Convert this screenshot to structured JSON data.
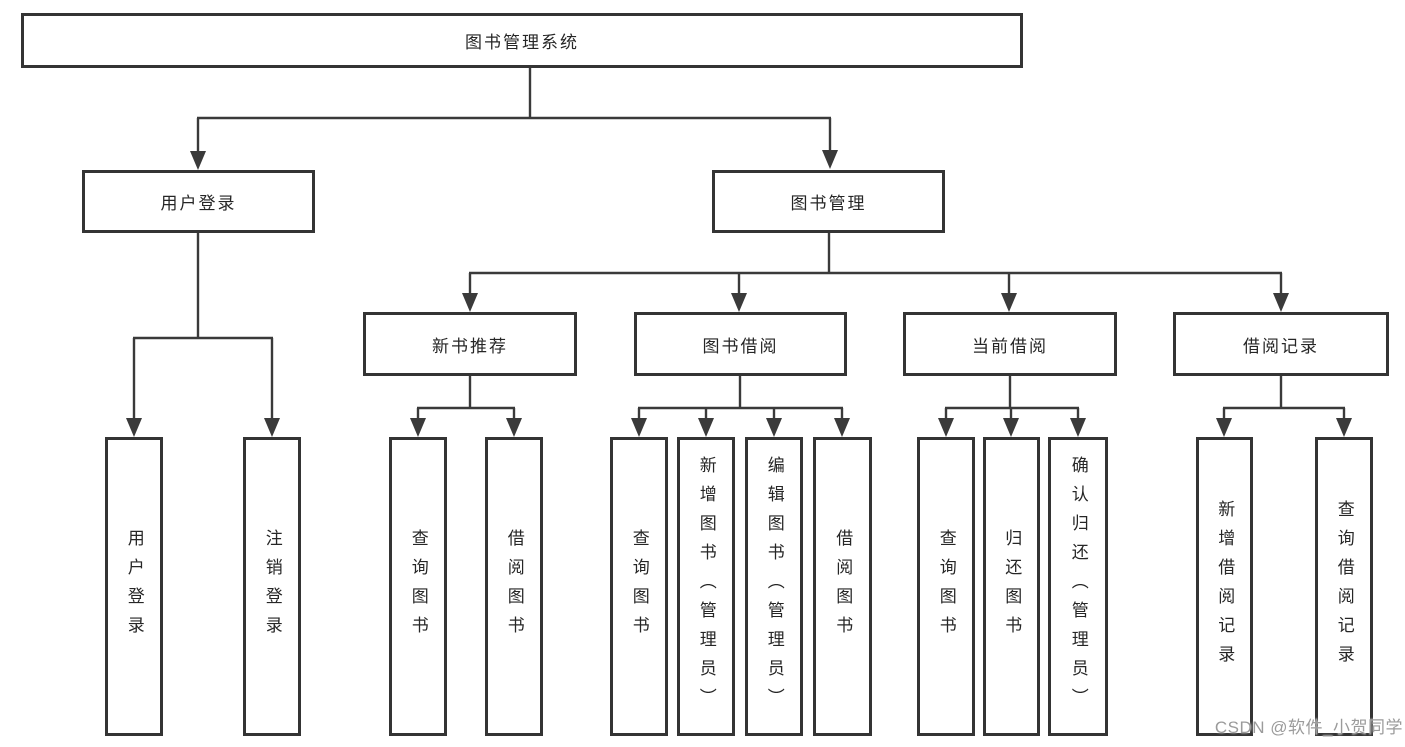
{
  "diagram": {
    "root": {
      "label": "图书管理系统"
    },
    "branches": [
      {
        "label": "用户登录",
        "children": [
          {
            "label": "用户登录"
          },
          {
            "label": "注销登录"
          }
        ]
      },
      {
        "label": "图书管理",
        "children": [
          {
            "label": "新书推荐",
            "children": [
              {
                "label": "查询图书"
              },
              {
                "label": "借阅图书"
              }
            ]
          },
          {
            "label": "图书借阅",
            "children": [
              {
                "label": "查询图书"
              },
              {
                "label": "新增图书（管理员）"
              },
              {
                "label": "编辑图书（管理员）"
              },
              {
                "label": "借阅图书"
              }
            ]
          },
          {
            "label": "当前借阅",
            "children": [
              {
                "label": "查询图书"
              },
              {
                "label": "归还图书"
              },
              {
                "label": "确认归还（管理员）"
              }
            ]
          },
          {
            "label": "借阅记录",
            "children": [
              {
                "label": "新增借阅记录"
              },
              {
                "label": "查询借阅记录"
              }
            ]
          }
        ]
      }
    ]
  },
  "watermark": "CSDN @软件_小贺同学",
  "colors": {
    "line": "#3a3a3a",
    "border": "#343434",
    "text": "#262626",
    "background": "#ffffff",
    "watermark": "#9b9b9b"
  }
}
